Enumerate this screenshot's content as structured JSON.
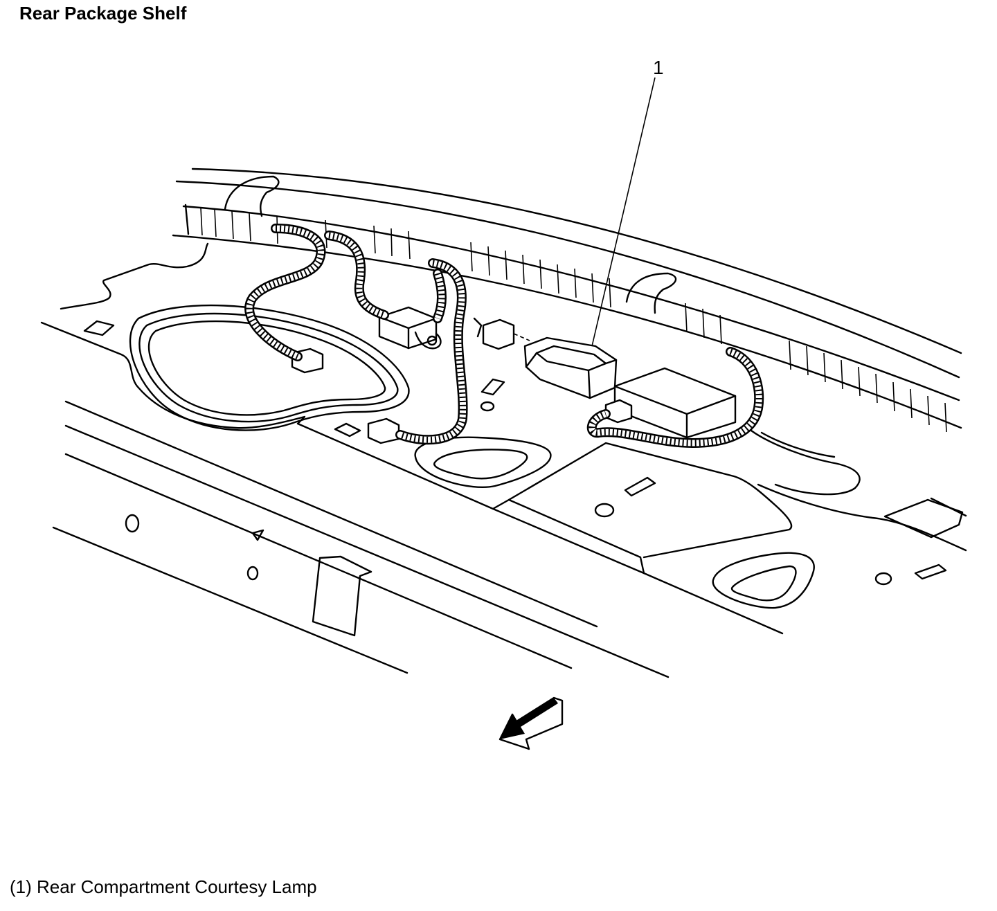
{
  "title": "Rear Package Shelf",
  "callouts": [
    {
      "number": "1"
    }
  ],
  "legend": [
    {
      "text": "(1) Rear Compartment Courtesy Lamp"
    }
  ],
  "icons": {
    "direction_arrow": "forward-arrow-icon"
  }
}
